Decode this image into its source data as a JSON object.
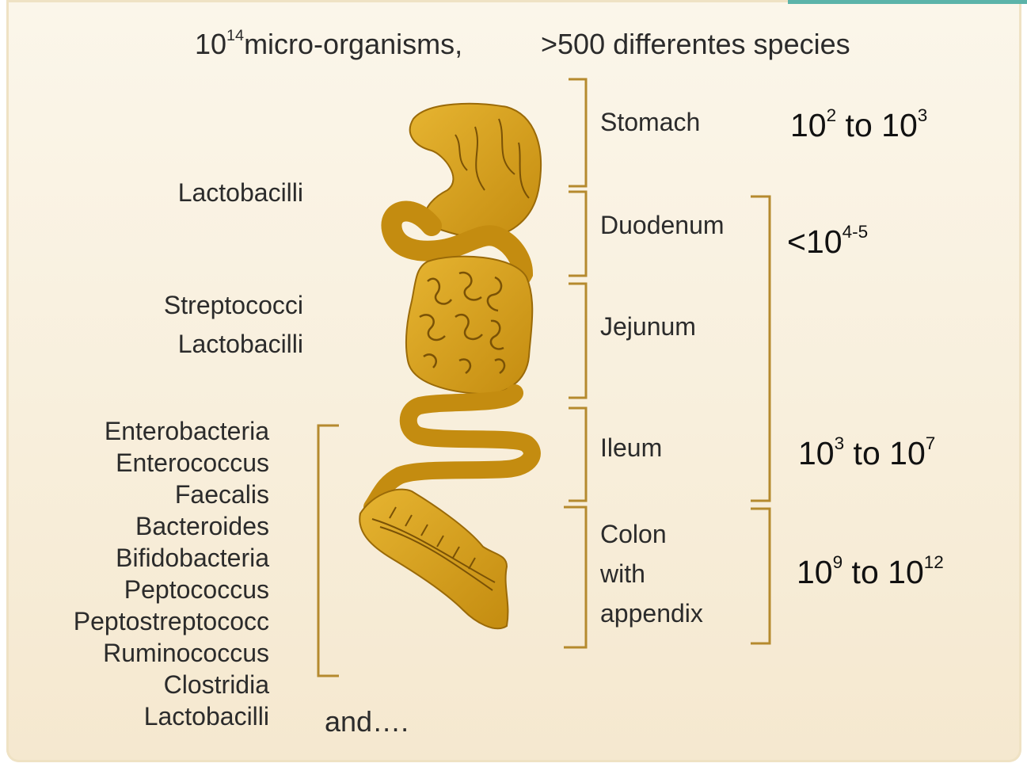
{
  "header": {
    "base": "10",
    "exp": "14",
    "organisms": "micro-organisms,",
    "species": ">500 differentes species"
  },
  "left_labels": {
    "stomach_group": [
      "Lactobacilli"
    ],
    "jejunum_group": [
      "Streptococci",
      "Lactobacilli"
    ],
    "colon_group": [
      "Enterobacteria",
      "Enterococcus",
      "Faecalis",
      "Bacteroides",
      "Bifidobacteria",
      "Peptococcus",
      "Peptostreptococc",
      "Ruminococcus",
      "Clostridia",
      "Lactobacilli"
    ],
    "and_more": "and…."
  },
  "organs": {
    "stomach": "Stomach",
    "duodenum": "Duodenum",
    "jejunum": "Jejunum",
    "ileum": "Ileum",
    "colon": [
      "Colon",
      "with",
      "appendix"
    ]
  },
  "counts": {
    "stomach": {
      "a": "10",
      "a_exp": "2",
      "mid": " to ",
      "b": "10",
      "b_exp": "3"
    },
    "small_intestine": {
      "a": "<10",
      "a_exp": "4-5"
    },
    "ileum": {
      "a": "10",
      "a_exp": "3",
      "mid": " to ",
      "b": "10",
      "b_exp": "7"
    },
    "colon": {
      "a": "10",
      "a_exp": "9",
      "mid": " to ",
      "b": "10",
      "b_exp": "12"
    }
  },
  "colors": {
    "organ_fill": "#d9a21c",
    "organ_dark": "#8a5d06",
    "bracket": "#b58a2e",
    "background": "#f8efdc"
  }
}
